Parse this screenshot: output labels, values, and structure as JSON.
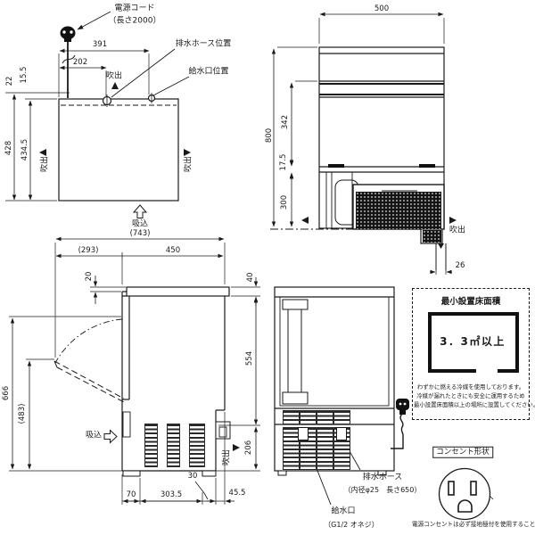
{
  "colors": {
    "ink": "#1a1a1a",
    "bg": "#ffffff",
    "grille_dark": "#141414"
  },
  "top_view": {
    "power_cord": "電源コード",
    "power_cord_length": "（長さ2000）",
    "drain_pos": "排水ホース位置",
    "water_pos": "給水口位置",
    "blow_top": "吹出",
    "blow_left": "吹出",
    "blow_right": "吹出",
    "suction": "吸込",
    "d391": "391",
    "d202": "202",
    "d22": "22",
    "d15_5": "15.5",
    "d428": "428",
    "d434_5": "434.5"
  },
  "front_view": {
    "d500": "500",
    "d800": "800",
    "d342": "342",
    "d17_5": "17.5",
    "d300": "300",
    "d26": "26",
    "blow_right": "吹出"
  },
  "side_view": {
    "d743": "(743)",
    "d293": "(293)",
    "d450": "450",
    "d20": "20",
    "d40": "40",
    "d554": "554",
    "d666": "666",
    "d483": "(483)",
    "d206": "206",
    "d70": "70",
    "d303_5": "303.5",
    "d30": "30",
    "d45_5": "45.5",
    "suction": "吸込",
    "blow": "吹出"
  },
  "rear_view": {
    "drain_hose": "排水ホース",
    "drain_hose_spec": "（内径φ25　長さ650）",
    "water_inlet": "給水口",
    "water_inlet_spec": "（G1/2 オネジ）"
  },
  "install_area": {
    "title": "最小設置床面積",
    "area": "3．3㎡以上",
    "note1": "わずかに燃える冷媒を使用しております。",
    "note2": "冷媒が漏れたときにも安全に運用するため",
    "note3": "最小設置床面積以上の場所に設置してください。"
  },
  "outlet": {
    "label": "コンセント形状",
    "note": "電源コンセントは必ず接地極付を使用すること"
  }
}
